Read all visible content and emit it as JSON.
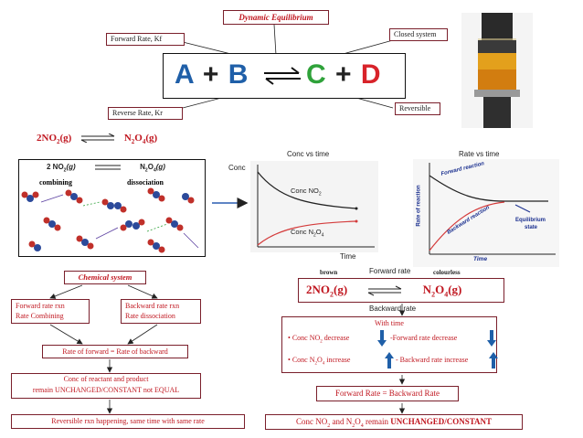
{
  "title": "Dynamic Equilibrium",
  "top_labels": {
    "forward_rate": "Forward Rate, Kf",
    "closed_system": "Closed system",
    "reverse_rate": "Reverse Rate, Kr",
    "reversible": "Reversible"
  },
  "equation": {
    "a": "A",
    "plus1": "+",
    "b": "B",
    "c": "C",
    "plus2": "+",
    "d": "D"
  },
  "reaction_left": {
    "left": "2NO",
    "left_sub": "2",
    "left_state": "(g)",
    "right": "N",
    "right_sub1": "2",
    "right_o": "O",
    "right_sub2": "4",
    "right_state": "(g)"
  },
  "molecule_panel": {
    "eq_left": "2 NO",
    "eq_left_sub": "2",
    "eq_left_state": "(g)",
    "eq_right": "N",
    "eq_right_sub1": "2",
    "eq_right_o": "O",
    "eq_right_sub2": "4",
    "eq_right_state": "(g)",
    "combining": "combining",
    "dissociation": "dissociation"
  },
  "conc_chart": {
    "title": "Conc vs time",
    "ylabel": "Conc",
    "xlabel": "Time",
    "label_no2": "Conc NO",
    "label_no2_sub": "2",
    "label_n2o4": "Conc N",
    "label_n2o4_sub1": "2",
    "label_n2o4_o": "O",
    "label_n2o4_sub2": "4"
  },
  "rate_chart": {
    "title": "Rate vs time",
    "ylabel": "Rate of reaction",
    "xlabel": "Time",
    "forward": "Forward reaction",
    "backward": "Backward reaction",
    "equilibrium1": "Equilibrium",
    "equilibrium2": "state"
  },
  "chemical_system": "Chemical system",
  "forward_box": {
    "line1": "Forward rate rxn",
    "line2": "Rate Combining"
  },
  "backward_box": {
    "line1": "Backward rate rxn",
    "line2": "Rate dissociation"
  },
  "rate_equal": "Rate of forward = Rate of backward",
  "conc_box": {
    "line1": "Conc of reactant and product",
    "line2": "remain UNCHANGED/CONSTANT not EQUAL"
  },
  "reversible_box": "Reversible rxn happening, same time with same rate",
  "right_reaction": {
    "brown": "brown",
    "forward_rate": "Forward rate",
    "colourless": "colourless",
    "backward_rate": "Backward rate",
    "left": "2NO",
    "left_sub": "2",
    "left_state": "(g)",
    "right": "N",
    "right_sub1": "2",
    "right_o": "O",
    "right_sub2": "4",
    "right_state": "(g)"
  },
  "with_time": {
    "title": "With time",
    "line1_a": "Conc NO",
    "line1_sub": "2",
    "line1_b": " decrease",
    "line1_c": "-Forward rate decrease",
    "line2_a": "Conc N",
    "line2_sub1": "2",
    "line2_o": "O",
    "line2_sub2": "4",
    "line2_b": " increase",
    "line2_c": "- Backward rate increase"
  },
  "forward_equals": "Forward  Rate = Backward  Rate",
  "final_box": {
    "a": "Conc NO",
    "sub1": "2",
    "b": " and N",
    "sub2": "2",
    "c": "O",
    "sub3": "4",
    "d": " remain ",
    "e": "UNCHANGED/CONSTANT"
  },
  "colors": {
    "accent_red": "#c0161f",
    "border": "#7a1f2b",
    "blue": "#1f5fa8",
    "green": "#2fa23a",
    "title_blue": "#1a2f8f"
  },
  "icons": {
    "arrows": "equilibrium-arrow-icon",
    "up": "up-arrow-icon",
    "down": "down-arrow-icon"
  }
}
